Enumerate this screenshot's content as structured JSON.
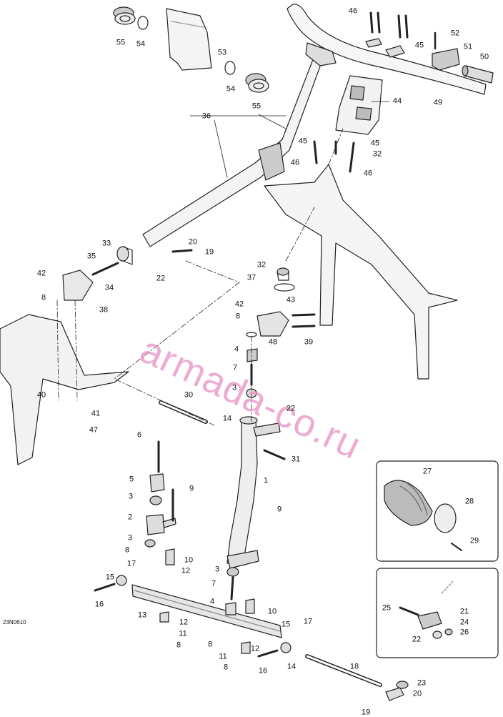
{
  "diagram_ref": "23N0610",
  "watermark": "armada-co.ru",
  "callouts": [
    {
      "id": "c55a",
      "text": "55"
    },
    {
      "id": "c54a",
      "text": "54"
    },
    {
      "id": "c53",
      "text": "53"
    },
    {
      "id": "c54b",
      "text": "54"
    },
    {
      "id": "c55b",
      "text": "55"
    },
    {
      "id": "c46a",
      "text": "46"
    },
    {
      "id": "c52",
      "text": "52"
    },
    {
      "id": "c45a",
      "text": "45"
    },
    {
      "id": "c51",
      "text": "51"
    },
    {
      "id": "c50",
      "text": "50"
    },
    {
      "id": "c49",
      "text": "49"
    },
    {
      "id": "c44",
      "text": "44"
    },
    {
      "id": "c36",
      "text": "36"
    },
    {
      "id": "c45b",
      "text": "45"
    },
    {
      "id": "c45c",
      "text": "45"
    },
    {
      "id": "c32a",
      "text": "32"
    },
    {
      "id": "c46b",
      "text": "46"
    },
    {
      "id": "c46c",
      "text": "46"
    },
    {
      "id": "c33",
      "text": "33"
    },
    {
      "id": "c20a",
      "text": "20"
    },
    {
      "id": "c35",
      "text": "35"
    },
    {
      "id": "c19a",
      "text": "19"
    },
    {
      "id": "c42a",
      "text": "42"
    },
    {
      "id": "c22a",
      "text": "22"
    },
    {
      "id": "c34",
      "text": "34"
    },
    {
      "id": "c32b",
      "text": "32"
    },
    {
      "id": "c37",
      "text": "37"
    },
    {
      "id": "c8a",
      "text": "8"
    },
    {
      "id": "c38",
      "text": "38"
    },
    {
      "id": "c42b",
      "text": "42"
    },
    {
      "id": "c43",
      "text": "43"
    },
    {
      "id": "c8b",
      "text": "8"
    },
    {
      "id": "c48",
      "text": "48"
    },
    {
      "id": "c39",
      "text": "39"
    },
    {
      "id": "c4a",
      "text": "4"
    },
    {
      "id": "c7a",
      "text": "7"
    },
    {
      "id": "c3a",
      "text": "3"
    },
    {
      "id": "c40",
      "text": "40"
    },
    {
      "id": "c41",
      "text": "41"
    },
    {
      "id": "c47",
      "text": "47"
    },
    {
      "id": "c30",
      "text": "30"
    },
    {
      "id": "c22b",
      "text": "22"
    },
    {
      "id": "c14a",
      "text": "14"
    },
    {
      "id": "c6",
      "text": "6"
    },
    {
      "id": "c31",
      "text": "31"
    },
    {
      "id": "c27",
      "text": "27"
    },
    {
      "id": "c5",
      "text": "5"
    },
    {
      "id": "c9a",
      "text": "9"
    },
    {
      "id": "c1",
      "text": "1"
    },
    {
      "id": "c3b",
      "text": "3"
    },
    {
      "id": "c28",
      "text": "28"
    },
    {
      "id": "c2",
      "text": "2"
    },
    {
      "id": "c9b",
      "text": "9"
    },
    {
      "id": "c3c",
      "text": "3"
    },
    {
      "id": "c29",
      "text": "29"
    },
    {
      "id": "c8c",
      "text": "8"
    },
    {
      "id": "c10a",
      "text": "10"
    },
    {
      "id": "c17a",
      "text": "17"
    },
    {
      "id": "c12a",
      "text": "12"
    },
    {
      "id": "c3d",
      "text": "3"
    },
    {
      "id": "c15a",
      "text": "15"
    },
    {
      "id": "c16a",
      "text": "16"
    },
    {
      "id": "c7b",
      "text": "7"
    },
    {
      "id": "c25",
      "text": "25"
    },
    {
      "id": "c21",
      "text": "21"
    },
    {
      "id": "c24",
      "text": "24"
    },
    {
      "id": "c4b",
      "text": "4"
    },
    {
      "id": "c10b",
      "text": "10"
    },
    {
      "id": "c13",
      "text": "13"
    },
    {
      "id": "c26",
      "text": "26"
    },
    {
      "id": "c22c",
      "text": "22"
    },
    {
      "id": "c12b",
      "text": "12"
    },
    {
      "id": "c11a",
      "text": "11"
    },
    {
      "id": "c17b",
      "text": "17"
    },
    {
      "id": "c15b",
      "text": "15"
    },
    {
      "id": "c8d",
      "text": "8"
    },
    {
      "id": "c12c",
      "text": "12"
    },
    {
      "id": "c8e",
      "text": "8"
    },
    {
      "id": "c11b",
      "text": "11"
    },
    {
      "id": "c16b",
      "text": "16"
    },
    {
      "id": "c14b",
      "text": "14"
    },
    {
      "id": "c18",
      "text": "18"
    },
    {
      "id": "c8f",
      "text": "8"
    },
    {
      "id": "c23",
      "text": "23"
    },
    {
      "id": "c19b",
      "text": "19"
    },
    {
      "id": "c20b",
      "text": "20"
    }
  ]
}
